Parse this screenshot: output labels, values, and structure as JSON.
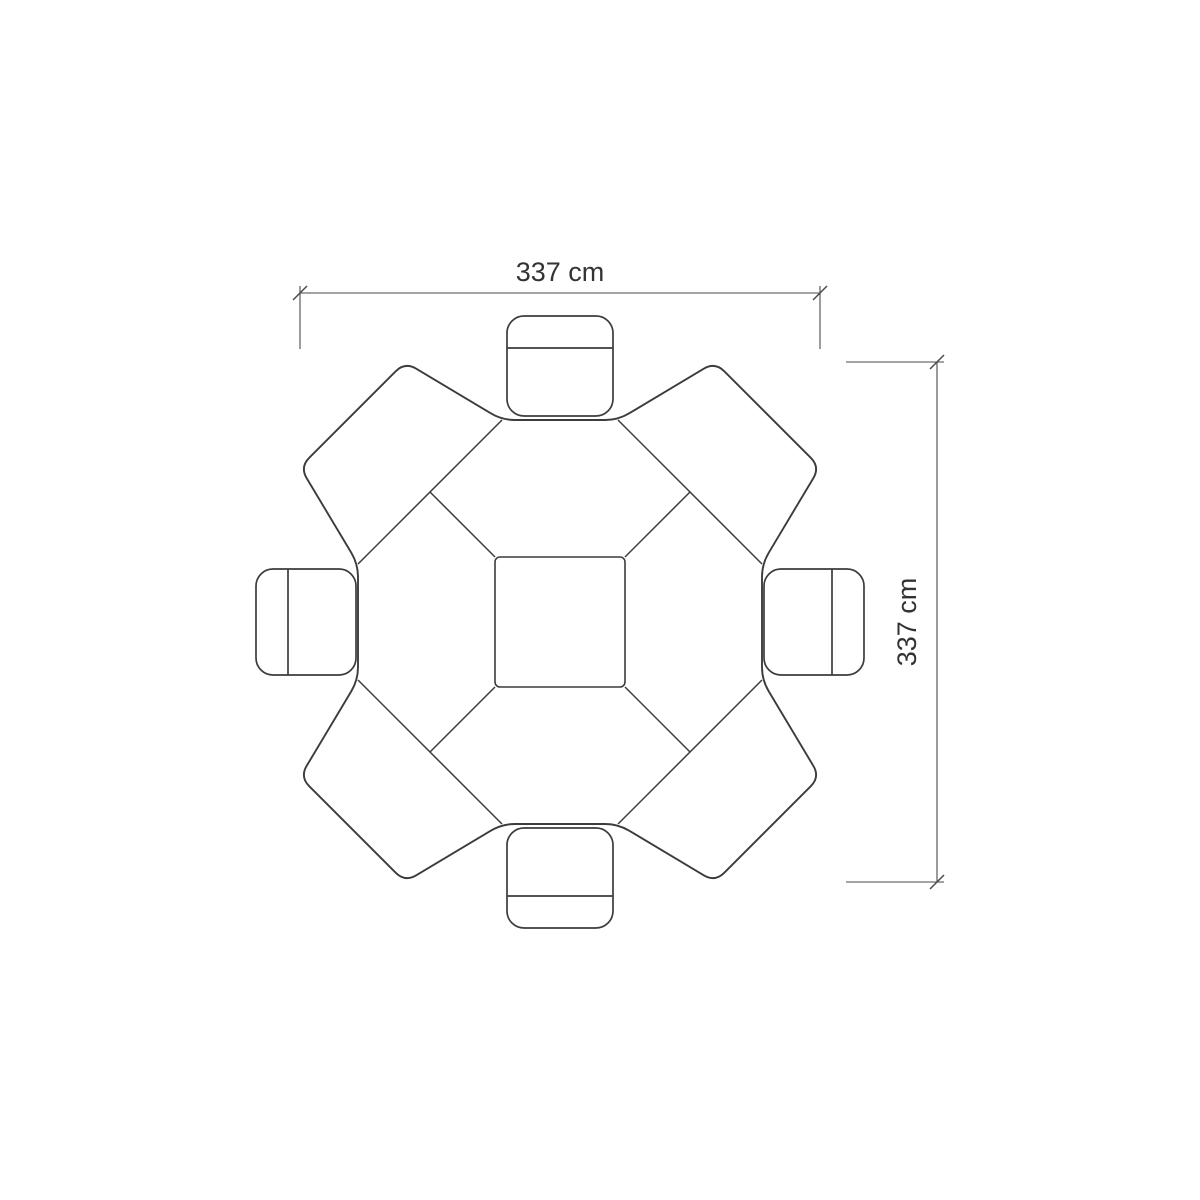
{
  "diagram": {
    "type": "furniture-top-view-plan",
    "background_color": "#ffffff",
    "line_color": "#3c3c3c",
    "dimension_line_color": "#4a4a4a",
    "label_color": "#333333",
    "dimensions": {
      "width_label": "337 cm",
      "height_label": "337 cm"
    },
    "counts": {
      "chairs": 4,
      "table_segments": 4
    }
  }
}
